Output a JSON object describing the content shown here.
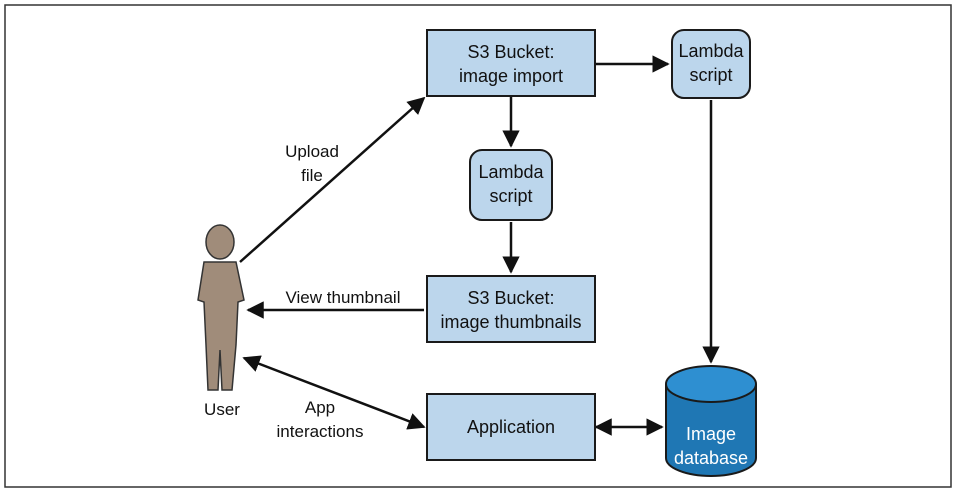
{
  "nodes": {
    "s3_import": {
      "line1": "S3 Bucket:",
      "line2": "image import"
    },
    "lambda_top": {
      "line1": "Lambda",
      "line2": "script"
    },
    "lambda_mid": {
      "line1": "Lambda",
      "line2": "script"
    },
    "s3_thumbnails": {
      "line1": "S3 Bucket:",
      "line2": "image thumbnails"
    },
    "application": {
      "label": "Application"
    },
    "image_db": {
      "line1": "Image",
      "line2": "database"
    },
    "user": {
      "label": "User"
    }
  },
  "edge_labels": {
    "upload": {
      "line1": "Upload",
      "line2": "file"
    },
    "view_thumbnail": {
      "label": "View thumbnail"
    },
    "app_interactions": {
      "line1": "App",
      "line2": "interactions"
    }
  },
  "colors": {
    "box_fill": "#bcd6ec",
    "box_stroke": "#1a1a1a",
    "db_fill": "#1f77b4",
    "db_top": "#2e8fd1",
    "user_fill": "#a08c7a",
    "frame": "#333333"
  }
}
